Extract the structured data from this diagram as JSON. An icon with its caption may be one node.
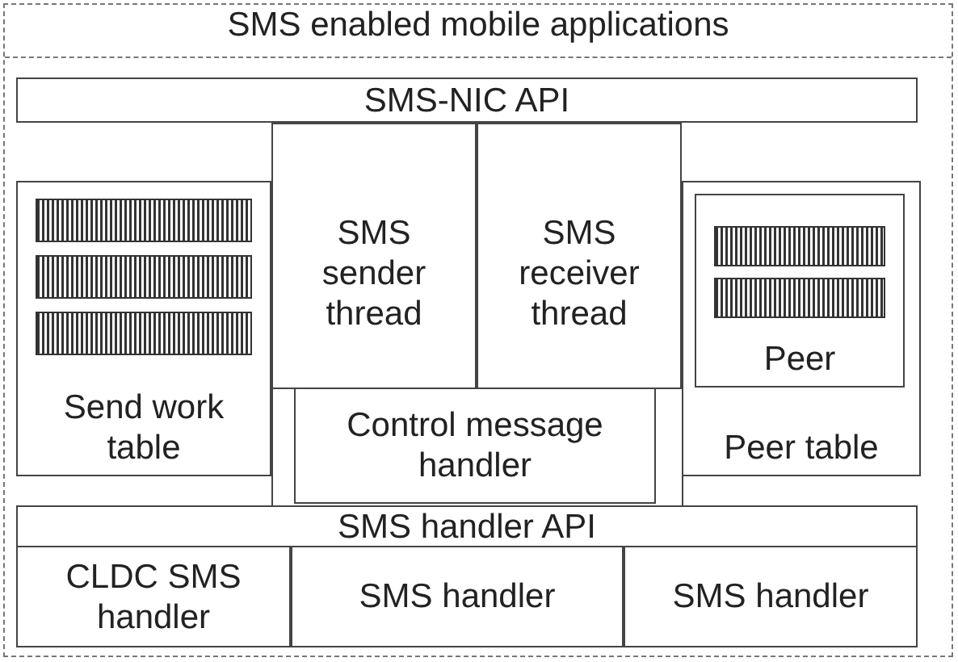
{
  "diagram": {
    "nodes": [
      {
        "text": [
          "SMS enabled mobile applications"
        ]
      },
      {
        "text": [
          "SMS-NIC API"
        ],
        "in": 0
      },
      {
        "text": [
          "Send work table"
        ],
        "in": 0
      },
      {
        "text": [],
        "shape": "bar",
        "in": 2
      },
      {
        "text": [],
        "shape": "bar",
        "in": 2
      },
      {
        "text": [],
        "shape": "bar",
        "in": 2
      },
      {
        "text": [
          "SMS sender thread"
        ],
        "in": 0
      },
      {
        "text": [
          "SMS receiver thread"
        ],
        "in": 0
      },
      {
        "text": [
          "Control message handler"
        ],
        "in": 0
      },
      {
        "text": [
          "Peer table"
        ],
        "in": 0
      },
      {
        "text": [
          "Peer"
        ],
        "in": 9
      },
      {
        "text": [],
        "shape": "bar",
        "in": 10
      },
      {
        "text": [],
        "shape": "bar",
        "in": 10
      },
      {
        "text": [
          "SMS handler API"
        ],
        "in": 0
      },
      {
        "text": [
          "CLDC SMS handler"
        ],
        "in": 0
      },
      {
        "text": [
          "SMS handler"
        ],
        "in": 0
      },
      {
        "text": [
          "SMS handler"
        ],
        "in": 0
      }
    ],
    "edges": []
  }
}
